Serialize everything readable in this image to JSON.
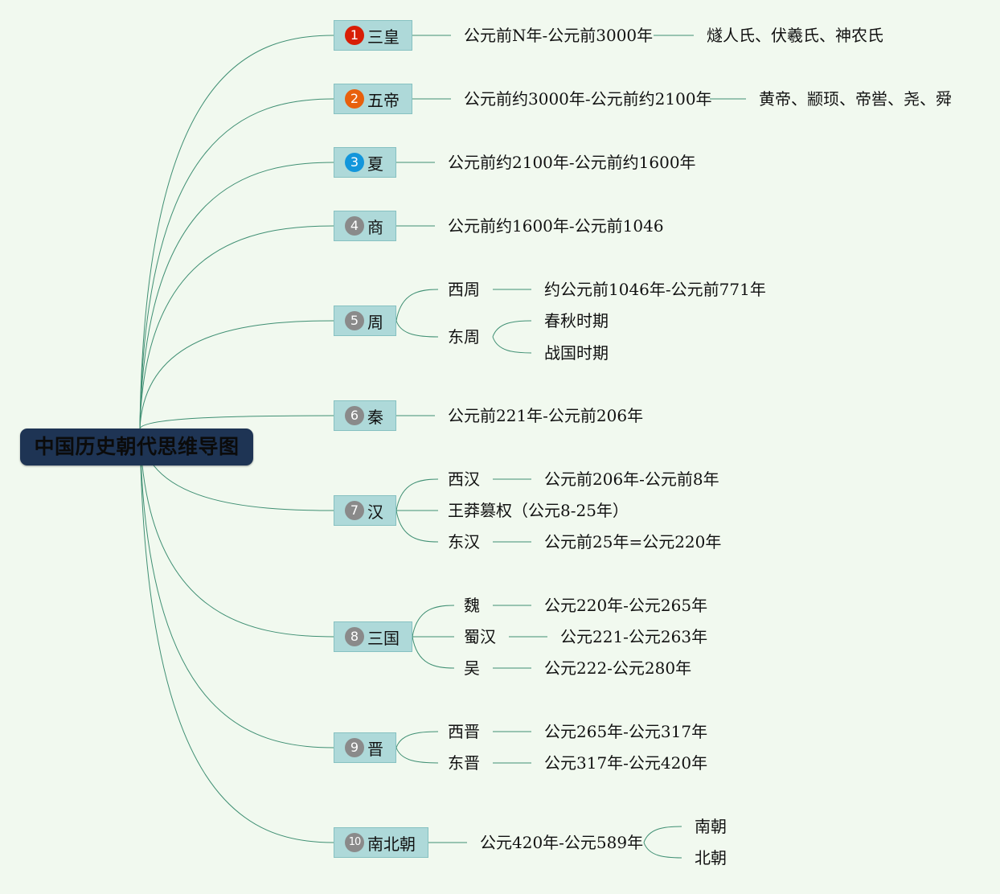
{
  "title": "中国历史朝代思维导图",
  "colors": {
    "line": "#3f8f73",
    "badge_red": "#d81e06",
    "badge_orange": "#e8600d",
    "badge_blue": "#1296db",
    "badge_gray": "#8a8a8a"
  },
  "dynasties": [
    {
      "num": "1",
      "name": "三皇",
      "badge_color": "#d81e06",
      "details": [
        "公元前N年-公元前3000年",
        "燧人氏、伏羲氏、神农氏"
      ]
    },
    {
      "num": "2",
      "name": "五帝",
      "badge_color": "#e8600d",
      "details": [
        "公元前约3000年-公元前约2100年",
        "黄帝、颛顼、帝喾、尧、舜"
      ]
    },
    {
      "num": "3",
      "name": "夏",
      "badge_color": "#1296db",
      "details": [
        "公元前约2100年-公元前约1600年"
      ]
    },
    {
      "num": "4",
      "name": "商",
      "badge_color": "#8a8a8a",
      "details": [
        "公元前约1600年-公元前1046"
      ]
    },
    {
      "num": "5",
      "name": "周",
      "badge_color": "#8a8a8a",
      "children": [
        {
          "name": "西周",
          "detail": "约公元前1046年-公元前771年"
        },
        {
          "name": "东周",
          "subs": [
            "春秋时期",
            "战国时期"
          ]
        }
      ]
    },
    {
      "num": "6",
      "name": "秦",
      "badge_color": "#8a8a8a",
      "details": [
        "公元前221年-公元前206年"
      ]
    },
    {
      "num": "7",
      "name": "汉",
      "badge_color": "#8a8a8a",
      "children": [
        {
          "name": "西汉",
          "detail": "公元前206年-公元前8年"
        },
        {
          "name": "王莽篡权（公元8-25年）"
        },
        {
          "name": "东汉",
          "detail": "公元前25年=公元220年"
        }
      ]
    },
    {
      "num": "8",
      "name": "三国",
      "badge_color": "#8a8a8a",
      "children": [
        {
          "name": "魏",
          "detail": "公元220年-公元265年"
        },
        {
          "name": "蜀汉",
          "detail": "公元221-公元263年"
        },
        {
          "name": "吴",
          "detail": "公元222-公元280年"
        }
      ]
    },
    {
      "num": "9",
      "name": "晋",
      "badge_color": "#8a8a8a",
      "children": [
        {
          "name": "西晋",
          "detail": "公元265年-公元317年"
        },
        {
          "name": "东晋",
          "detail": "公元317年-公元420年"
        }
      ]
    },
    {
      "num": "10",
      "name": "南北朝",
      "badge_color": "#8a8a8a",
      "details": [
        "公元420年-公元589年"
      ],
      "subs": [
        "南朝",
        "北朝"
      ]
    }
  ]
}
